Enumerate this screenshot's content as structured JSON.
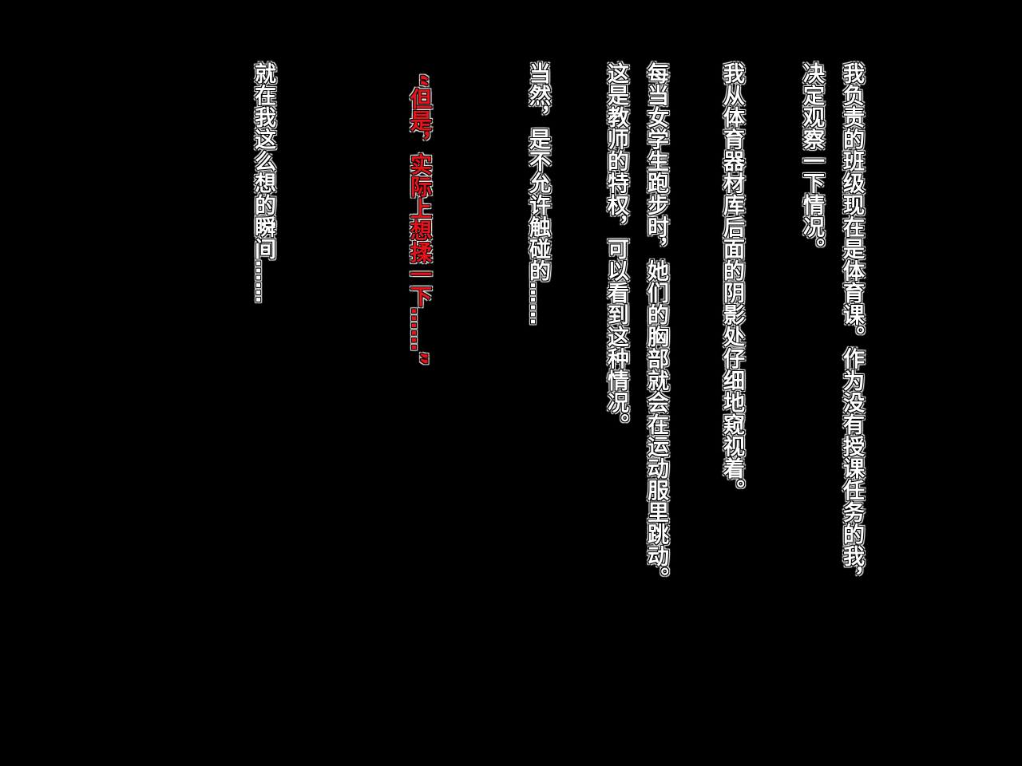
{
  "text_lines": [
    {
      "text": "我负责的班级现在是体育课。作为没有授课任务的我，",
      "color": "#ffffff"
    },
    {
      "text": "决定观察一下情况。",
      "color": "#ffffff"
    },
    {
      "text": "我从体育器材库后面的阴影处仔细地窥视着。",
      "color": "#ffffff"
    },
    {
      "text": "每当女学生跑步时，她们的胸部就会在运动服里跳动。",
      "color": "#ffffff"
    },
    {
      "text": "这是教师的特权，可以看到这种情况。",
      "color": "#ffffff"
    },
    {
      "text": "当然，是不允许触碰的……",
      "color": "#ffffff"
    },
    {
      "text": "“但是，实际上想揉一下……”",
      "color": "#e8121a"
    },
    {
      "text": "就在我这么想的瞬间……",
      "color": "#ffffff"
    }
  ]
}
